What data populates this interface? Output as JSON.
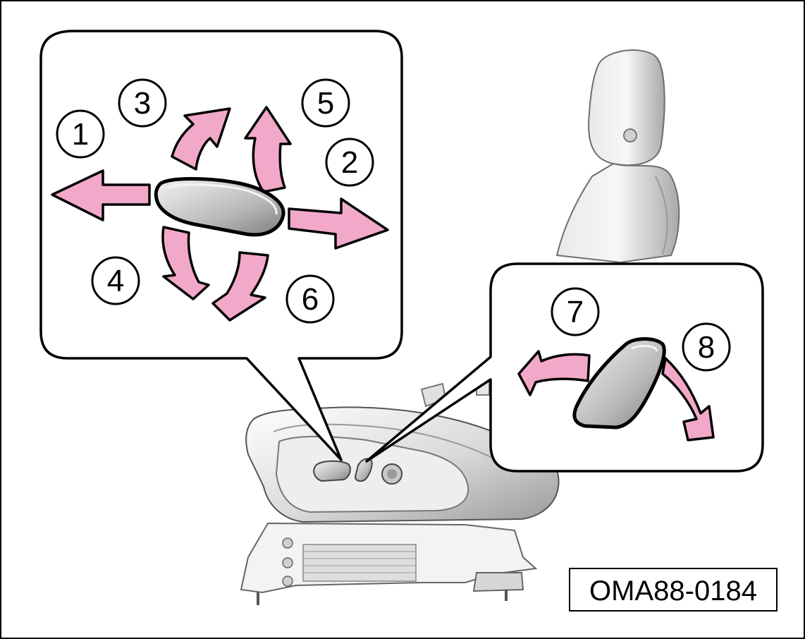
{
  "figure_code": "OMA88-0184",
  "colors": {
    "arrow_fill": "#f2a9c9",
    "stroke": "#000000",
    "seat_light": "#f1f1f1",
    "seat_mid": "#cfcfcf",
    "seat_dark": "#8a8a8a",
    "switch_fill": "#bdbdbd"
  },
  "callouts": {
    "main": {
      "labels": [
        "1",
        "2",
        "3",
        "4",
        "5",
        "6"
      ],
      "directions": {
        "1": "forward",
        "2": "backward",
        "3": "front-up",
        "4": "front-down",
        "5": "rear-up",
        "6": "rear-down"
      }
    },
    "recline": {
      "labels": [
        "7",
        "8"
      ],
      "directions": {
        "7": "backrest-forward",
        "8": "backrest-backward"
      }
    }
  },
  "icons": [
    "seat-icon",
    "seat-position-switch-icon",
    "backrest-switch-icon"
  ]
}
